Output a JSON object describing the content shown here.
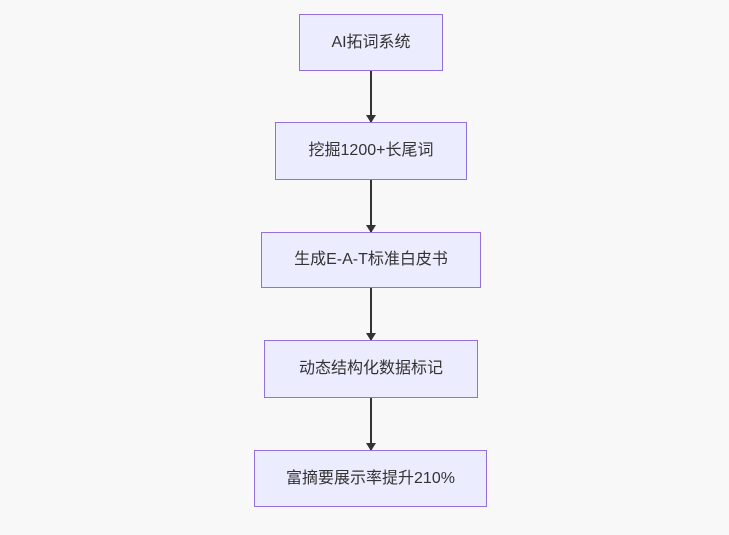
{
  "diagram": {
    "type": "flowchart",
    "direction": "top-down",
    "steps": [
      {
        "label": "AI拓词系统"
      },
      {
        "label": "挖掘1200+长尾词"
      },
      {
        "label": "生成E-A-T标准白皮书"
      },
      {
        "label": "动态结构化数据标记"
      },
      {
        "label": "富摘要展示率提升210%"
      }
    ],
    "connectors": [
      {
        "from": 0,
        "to": 1,
        "style": "arrow-down"
      },
      {
        "from": 1,
        "to": 2,
        "style": "arrow-down"
      },
      {
        "from": 2,
        "to": 3,
        "style": "arrow-down"
      },
      {
        "from": 3,
        "to": 4,
        "style": "arrow-down"
      }
    ],
    "colors": {
      "background": "#F8F8F8",
      "node_fill": "#ECECFF",
      "node_border": "#9370DB",
      "arrow": "#333333",
      "text": "#333333"
    }
  }
}
